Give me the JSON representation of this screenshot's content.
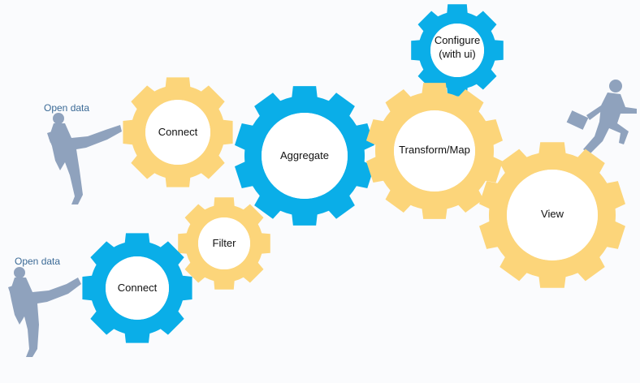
{
  "colors": {
    "blue": "#0aaee8",
    "yellow": "#fcd57a",
    "figure": "#8fa2bd",
    "background": "#fafbfd",
    "open_data_text": "#3b6a96"
  },
  "labels": {
    "open_data_top": "Open data",
    "open_data_bottom": "Open data"
  },
  "gears": {
    "configure": {
      "line1": "Configure",
      "line2": "(with ui)",
      "color": "blue"
    },
    "connect_top": {
      "label": "Connect",
      "color": "yellow"
    },
    "aggregate": {
      "label": "Aggregate",
      "color": "blue"
    },
    "transform": {
      "label": "Transform/Map",
      "color": "yellow"
    },
    "view": {
      "label": "View",
      "color": "yellow"
    },
    "filter": {
      "label": "Filter",
      "color": "yellow"
    },
    "connect_bottom": {
      "label": "Connect",
      "color": "blue"
    }
  },
  "icons": {
    "kicker_top": "kicking-person-icon",
    "kicker_bottom": "kicking-person-icon",
    "runner": "running-businessman-icon"
  }
}
